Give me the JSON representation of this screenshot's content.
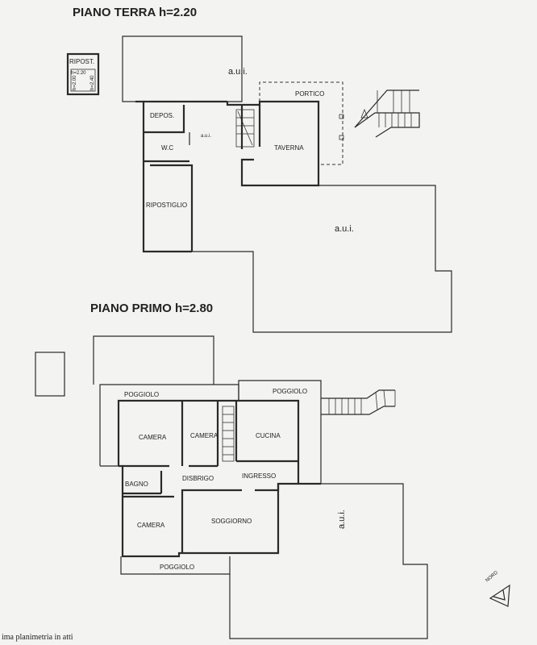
{
  "ground_floor": {
    "title": "PIANO TERRA h=2.20",
    "aui_top": "a.u.i.",
    "aui_inner": "a.u.i.",
    "aui_right": "a.u.i.",
    "rooms": {
      "depos": "DEPOS.",
      "wc": "W.C",
      "ripostiglio": "RIPOSTIGLIO",
      "taverna": "TAVERNA",
      "portico": "PORTICO"
    },
    "storage": {
      "title": "RIPOST.",
      "height": "h=2.20",
      "dim_left": "h=2.00",
      "dim_right": "h=2.40"
    }
  },
  "first_floor": {
    "title": "PIANO PRIMO h=2.80",
    "aui_right": "a.u.i.",
    "rooms": {
      "poggiolo_left": "POGGIOLO",
      "poggiolo_right": "POGGIOLO",
      "poggiolo_bottom": "POGGIOLO",
      "camera_1": "CAMERA",
      "camera_2": "CAMERA",
      "camera_3": "CAMERA",
      "cucina": "CUCINA",
      "bagno": "BAGNO",
      "disbrigo": "DISBRIGO",
      "ingresso": "INGRESSO",
      "soggiorno": "SOGGIORNO"
    }
  },
  "north_label": "NORD",
  "footer": "ima planimetria in atti"
}
